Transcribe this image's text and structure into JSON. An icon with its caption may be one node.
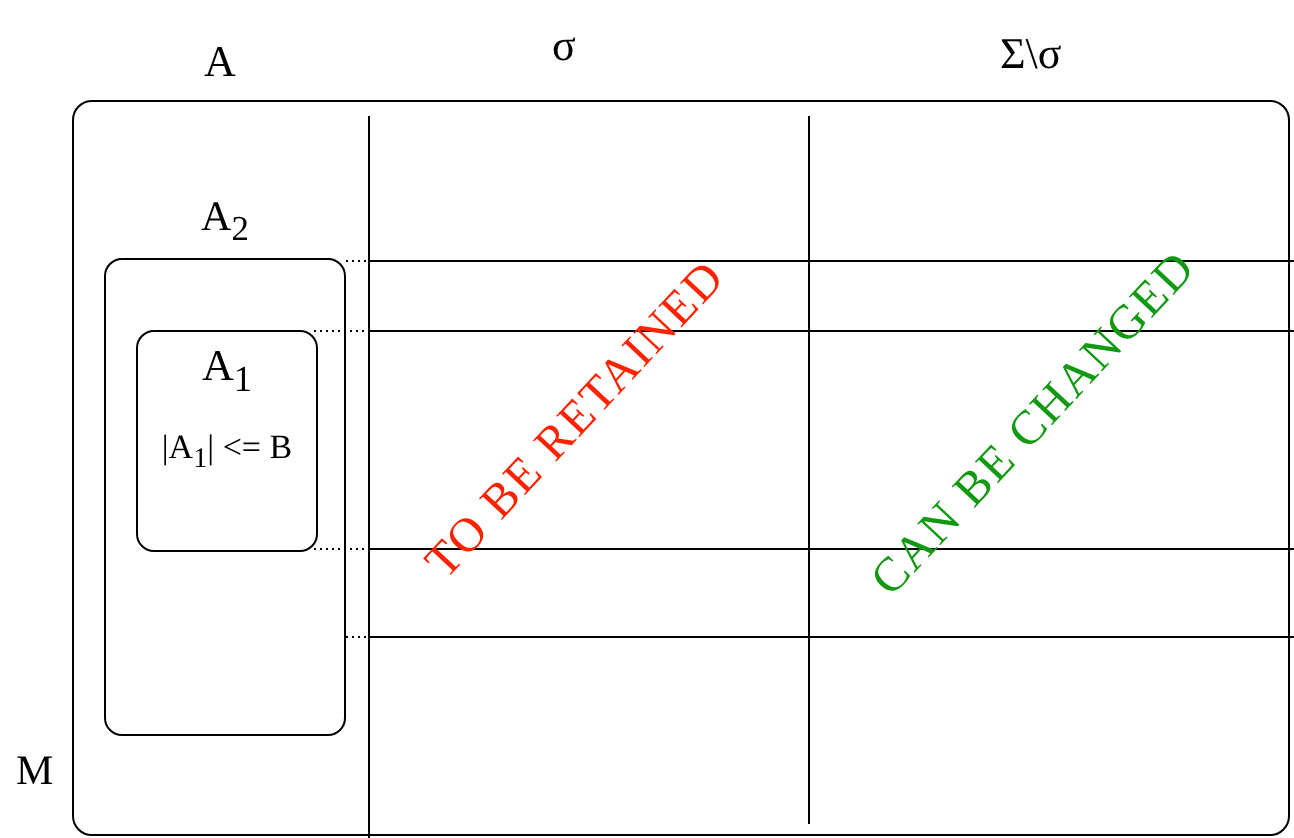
{
  "diagram": {
    "nodes": [
      {
        "text": [
          "M"
        ]
      },
      {
        "text": [
          "A$_{2}$"
        ],
        "in": 0
      },
      {
        "text": [
          "A$_{1}$",
          "|A$_{1}$| <= B"
        ],
        "in": 1
      }
    ],
    "labels": [
      "A",
      "σ",
      "Σ\\σ",
      "TO BE RETAINED",
      "CAN BE CHANGED"
    ]
  }
}
